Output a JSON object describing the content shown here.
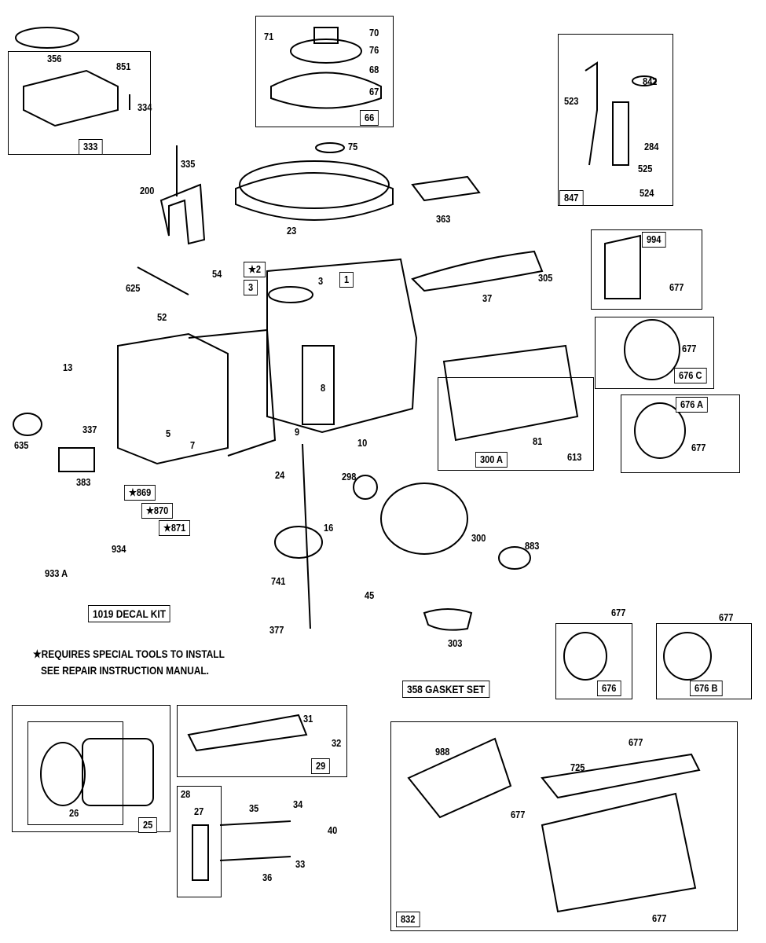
{
  "callouts": [
    "356",
    "851",
    "334",
    "333",
    "335",
    "200",
    "71",
    "70",
    "76",
    "68",
    "67",
    "66",
    "75",
    "23",
    "363",
    "523",
    "842",
    "284",
    "525",
    "524",
    "847",
    "994",
    "677",
    "305",
    "37",
    "★2",
    "3",
    "3",
    "1",
    "54",
    "625",
    "52",
    "677",
    "676 C",
    "676 A",
    "677",
    "13",
    "8",
    "337",
    "5",
    "7",
    "9",
    "10",
    "635",
    "383",
    "300 A",
    "81",
    "613",
    "24",
    "298",
    "16",
    "300",
    "883",
    "★869",
    "★870",
    "★871",
    "934",
    "933 A",
    "741",
    "45",
    "377",
    "303",
    "676",
    "676 B",
    "677",
    "677",
    "31",
    "32",
    "29",
    "26",
    "25",
    "28",
    "27",
    "35",
    "34",
    "40",
    "33",
    "36",
    "988",
    "677",
    "725",
    "677",
    "677",
    "832"
  ],
  "decal_kit": "1019 DECAL KIT",
  "gasket_set": "358  GASKET SET",
  "notes": [
    "★REQUIRES SPECIAL TOOLS TO INSTALL",
    "SEE REPAIR INSTRUCTION MANUAL."
  ]
}
